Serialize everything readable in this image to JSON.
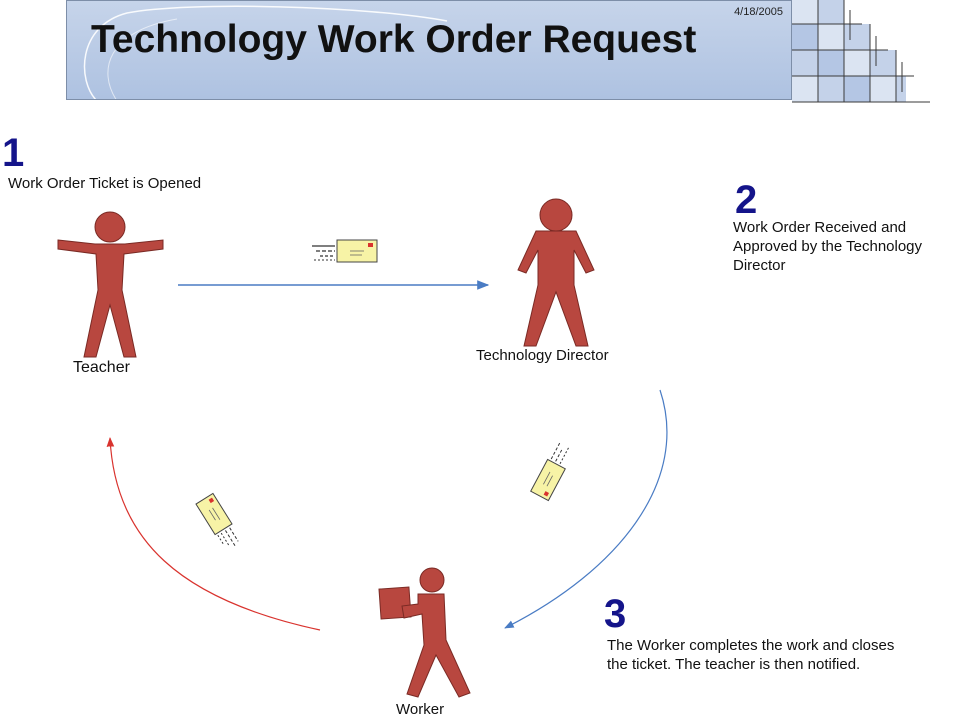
{
  "header": {
    "title": "Technology Work Order Request",
    "date": "4/18/2005"
  },
  "steps": [
    {
      "number": "1",
      "text": "Work Order Ticket is Opened"
    },
    {
      "number": "2",
      "text": "Work Order Received and Approved by the Technology Director"
    },
    {
      "number": "3",
      "text": "The Worker completes the work and closes the ticket.  The teacher  is then notified."
    }
  ],
  "actors": {
    "teacher": "Teacher",
    "director": "Technology Director",
    "worker": "Worker"
  },
  "colors": {
    "figure": "#b8473f",
    "figure_outline": "#7a2a24",
    "arrow_blue": "#4a7cc4",
    "arrow_red": "#d9332e",
    "ticket": "#f7f3a6",
    "step_number": "#14148a"
  }
}
